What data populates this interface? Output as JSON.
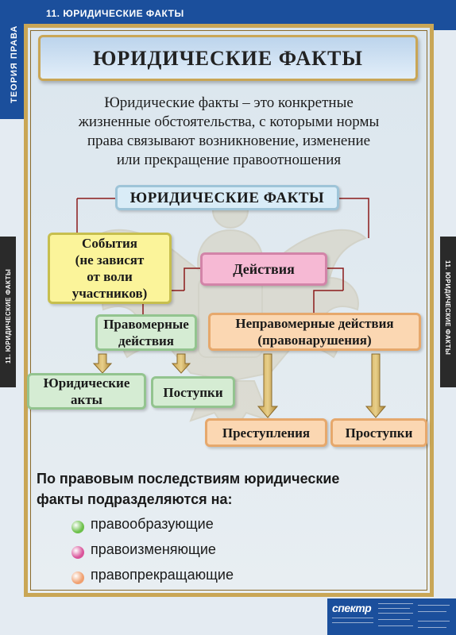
{
  "header": {
    "title": "11. ЮРИДИЧЕСКИЕ ФАКТЫ"
  },
  "side_tab": {
    "label": "ТЕОРИЯ ПРАВА"
  },
  "side_strip": {
    "label": "11. ЮРИДИЧЕСКИЕ ФАКТЫ"
  },
  "main_title": "ЮРИДИЧЕСКИЕ ФАКТЫ",
  "definition_lines": [
    "Юридические факты – это конкретные",
    "жизненные обстоятельства, с которыми нормы",
    "права связывают возникновение, изменение",
    "или прекращение правоотношения"
  ],
  "diagram": {
    "root": "ЮРИДИЧЕСКИЕ ФАКТЫ",
    "events": [
      "События",
      "(не зависят",
      "от воли",
      "участников)"
    ],
    "actions": "Действия",
    "lawful": [
      "Правомерные",
      "действия"
    ],
    "unlawful": [
      "Неправомерные действия",
      "(правонарушения)"
    ],
    "legal_acts": [
      "Юридические",
      "акты"
    ],
    "deeds": "Поступки",
    "crimes": "Преступления",
    "misdemeanors": "Проступки"
  },
  "consequences": {
    "heading_lines": [
      "По правовым последствиям юридические",
      "факты подразделяются на:"
    ],
    "items": [
      {
        "label": "правообразующие",
        "color": "#6cc04a"
      },
      {
        "label": "правоизменяющие",
        "color": "#d9549a"
      },
      {
        "label": "правопрекращающие",
        "color": "#f0a070"
      }
    ]
  },
  "publisher": {
    "logo": "спектр"
  },
  "colors": {
    "brand_blue": "#1b4f9c",
    "frame_gold": "#c9a656",
    "connector": "#8b1a1a"
  }
}
